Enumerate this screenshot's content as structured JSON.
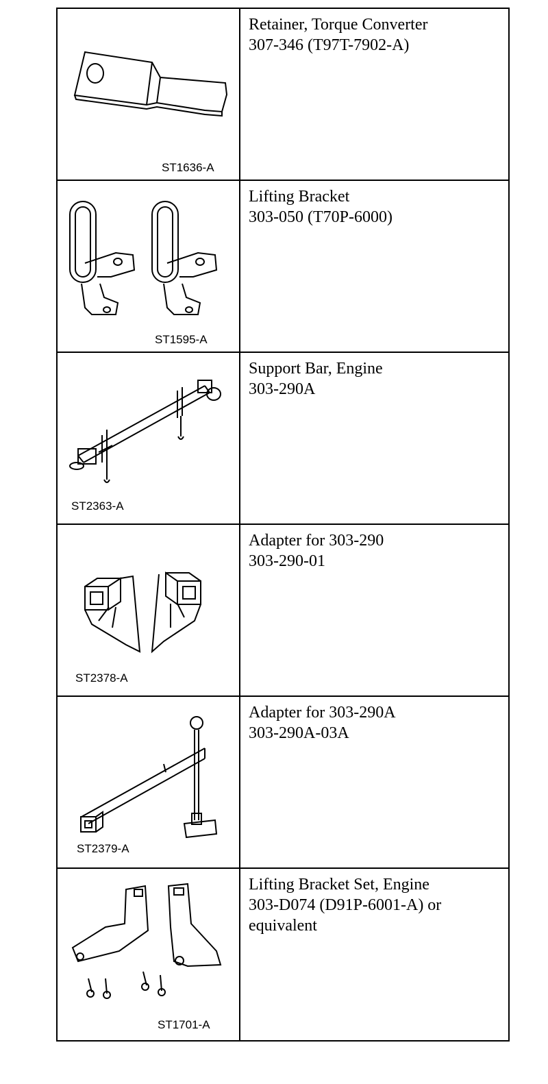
{
  "rows": [
    {
      "code": "ST1636-A",
      "name": "Retainer, Torque Converter",
      "number": "307-346 (T97T-7902-A)",
      "icon": "torque-converter-retainer-icon"
    },
    {
      "code": "ST1595-A",
      "name": "Lifting Bracket",
      "number": "303-050 (T70P-6000)",
      "icon": "lifting-bracket-icon"
    },
    {
      "code": "ST2363-A",
      "name": "Support Bar, Engine",
      "number": "303-290A",
      "icon": "engine-support-bar-icon"
    },
    {
      "code": "ST2378-A",
      "name": "Adapter for 303-290",
      "number": "303-290-01",
      "icon": "adapter-brackets-icon"
    },
    {
      "code": "ST2379-A",
      "name": "Adapter for 303-290A",
      "number": "303-290A-03A",
      "icon": "adapter-bar-icon"
    },
    {
      "code": "ST1701-A",
      "name": "Lifting Bracket Set, Engine",
      "number": "303-D074 (D91P-6001-A) or",
      "extra": "equivalent",
      "icon": "lifting-bracket-set-icon"
    }
  ]
}
